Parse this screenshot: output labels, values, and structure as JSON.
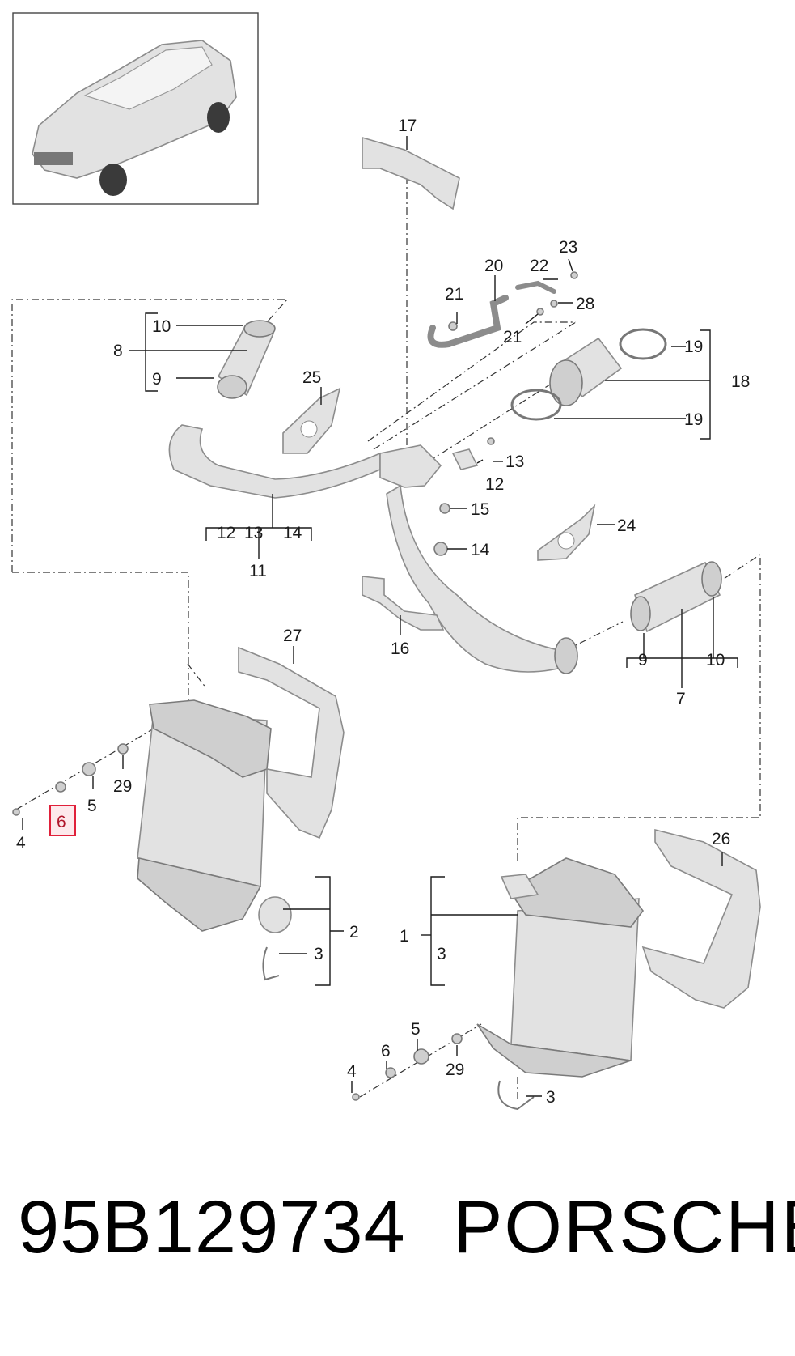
{
  "callouts": {
    "c1": "1",
    "c2": "2",
    "c3a": "3",
    "c3b": "3",
    "c3c": "3",
    "c4a": "4",
    "c4b": "4",
    "c5a": "5",
    "c5b": "5",
    "c6a": "6",
    "c6b": "6",
    "c7": "7",
    "c8": "8",
    "c9a": "9",
    "c9b": "9",
    "c10a": "10",
    "c10b": "10",
    "c11": "11",
    "c12a": "12",
    "c12b": "12",
    "c13a": "13",
    "c13b": "13",
    "c14a": "14",
    "c14b": "14",
    "c15": "15",
    "c16": "16",
    "c17": "17",
    "c18": "18",
    "c19a": "19",
    "c19b": "19",
    "c20": "20",
    "c21a": "21",
    "c21b": "21",
    "c22": "22",
    "c23": "23",
    "c24": "24",
    "c25": "25",
    "c26": "26",
    "c27": "27",
    "c28": "28",
    "c29a": "29",
    "c29b": "29"
  },
  "highlighted_callout": "6",
  "highlight_color": "#e0203a",
  "footer": {
    "part_number": "95B129734",
    "brand": "PORSCHE"
  }
}
